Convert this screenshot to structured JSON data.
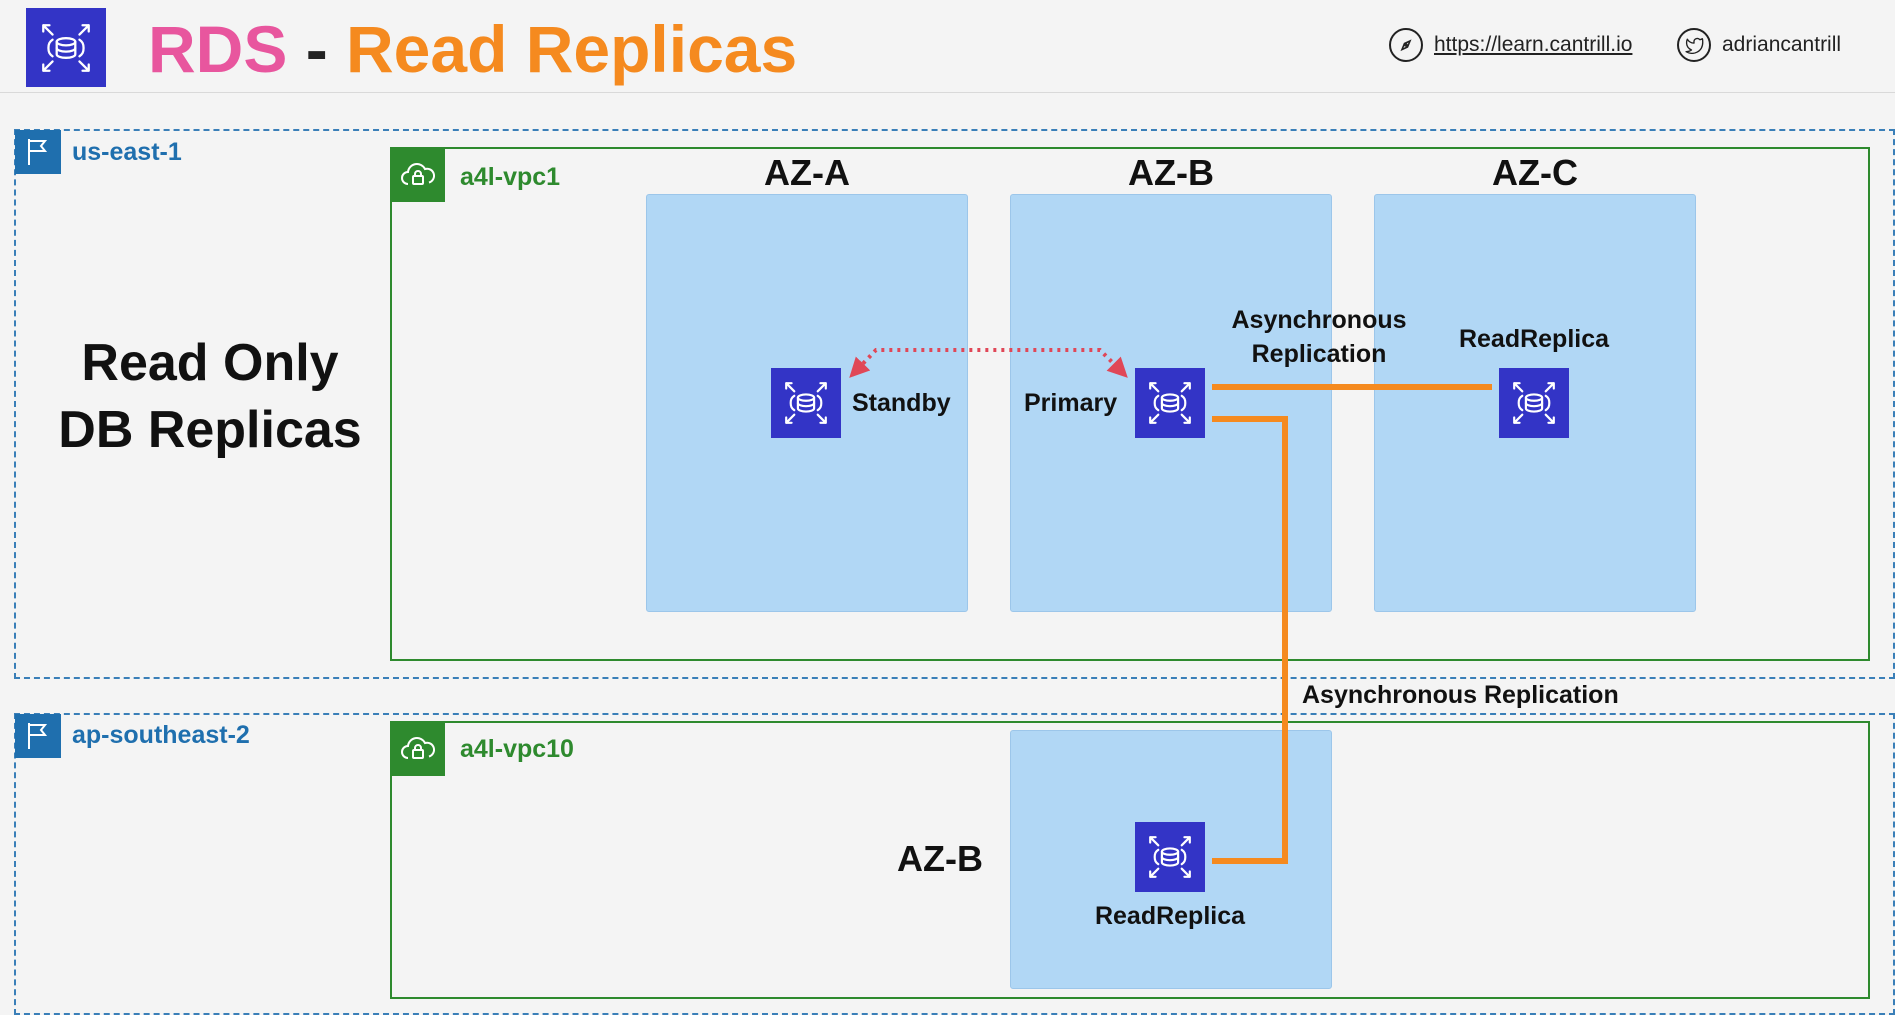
{
  "header": {
    "title_part1": "RDS",
    "title_sep": " - ",
    "title_part2": "Read Replicas",
    "website": "https://learn.cantrill.io",
    "twitter": "adriancantrill",
    "icons": {
      "logo": "rds-database-icon",
      "website": "compass-icon",
      "twitter": "twitter-bird-icon"
    }
  },
  "side_note": {
    "line1": "Read Only",
    "line2": "DB Replicas"
  },
  "regions": [
    {
      "name": "us-east-1",
      "vpc": "a4l-vpc1",
      "azs": [
        "AZ-A",
        "AZ-B",
        "AZ-C"
      ],
      "instances": {
        "standby": "Standby",
        "primary": "Primary",
        "replica": "ReadReplica"
      }
    },
    {
      "name": "ap-southeast-2",
      "vpc": "a4l-vpc10",
      "azs": [
        "AZ-B"
      ],
      "instances": {
        "replica": "ReadReplica"
      }
    }
  ],
  "connections": {
    "intra_line1": "Asynchronous",
    "intra_line2": "Replication",
    "cross_region": "Asynchronous Replication"
  },
  "colors": {
    "rds_pink": "#e8569e",
    "replica_orange": "#f58a1f",
    "region_blue": "#1f6fae",
    "vpc_green": "#2e8a2e",
    "az_fill": "#b1d7f5",
    "db_icon": "#3334c6",
    "standby_link": "#e04757"
  }
}
